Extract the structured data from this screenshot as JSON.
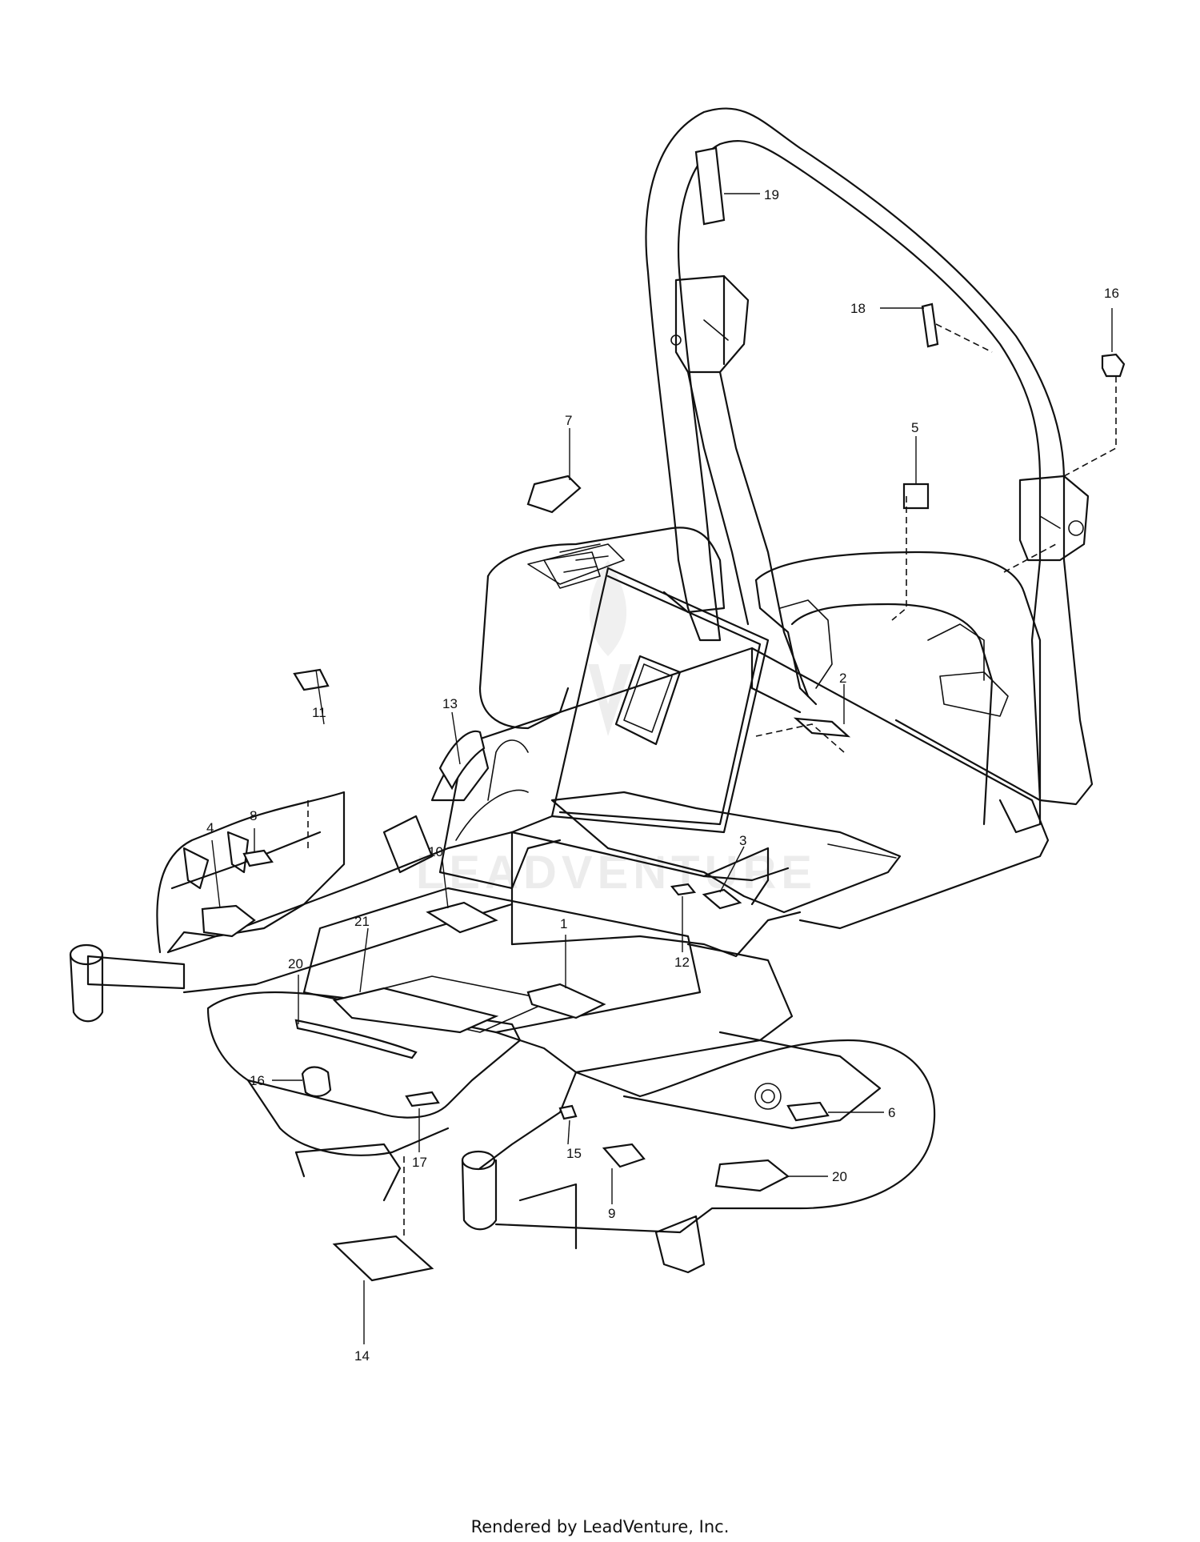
{
  "diagram": {
    "callouts": [
      "1",
      "2",
      "3",
      "4",
      "5",
      "6",
      "7",
      "8",
      "9",
      "10",
      "11",
      "12",
      "13",
      "14",
      "15",
      "16",
      "16",
      "17",
      "18",
      "19",
      "20",
      "20",
      "21"
    ],
    "watermark": "LEADVENTURE"
  },
  "footer": {
    "text": "Rendered by LeadVenture, Inc."
  }
}
